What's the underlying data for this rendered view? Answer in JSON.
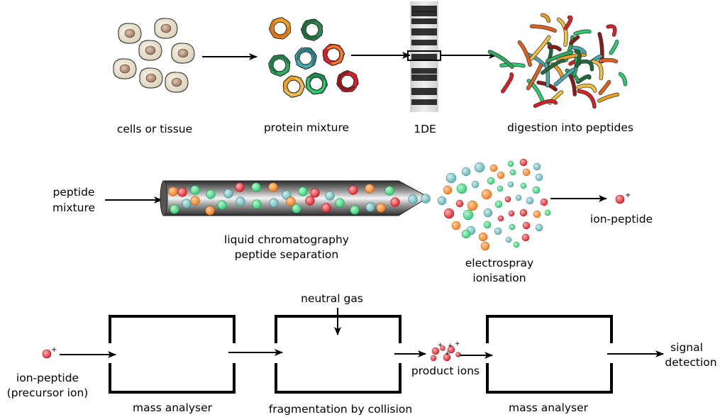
{
  "row1": {
    "cells_label": "cells or tissue",
    "protein_label": "protein mixture",
    "gel_label": "1DE",
    "digest_label": "digestion into peptides"
  },
  "row2": {
    "input_label_line1": "peptide",
    "input_label_line2": "mixture",
    "lc_label_line1": "liquid chromatography",
    "lc_label_line2": "peptide separation",
    "esi_label_line1": "electrospray",
    "esi_label_line2": "ionisation",
    "output_label": "ion-peptide"
  },
  "row3": {
    "precursor_label_line1": "ion-peptide",
    "precursor_label_line2": "(precursor ion)",
    "analyser1_label": "mass analyser",
    "gas_label": "neutral gas",
    "collision_label": "fragmentation by collision",
    "product_label": "product ions",
    "analyser2_label": "mass analyser",
    "signal_label_line1": "signal",
    "signal_label_line2": "detection",
    "charge_symbol": "+"
  },
  "colors": {
    "red": "#d8202a",
    "orange": "#f07a1a",
    "green": "#2ecc71",
    "teal": "#5fb0b5",
    "cell_fill": "#efe6d4",
    "nucleus": "#a98868"
  }
}
